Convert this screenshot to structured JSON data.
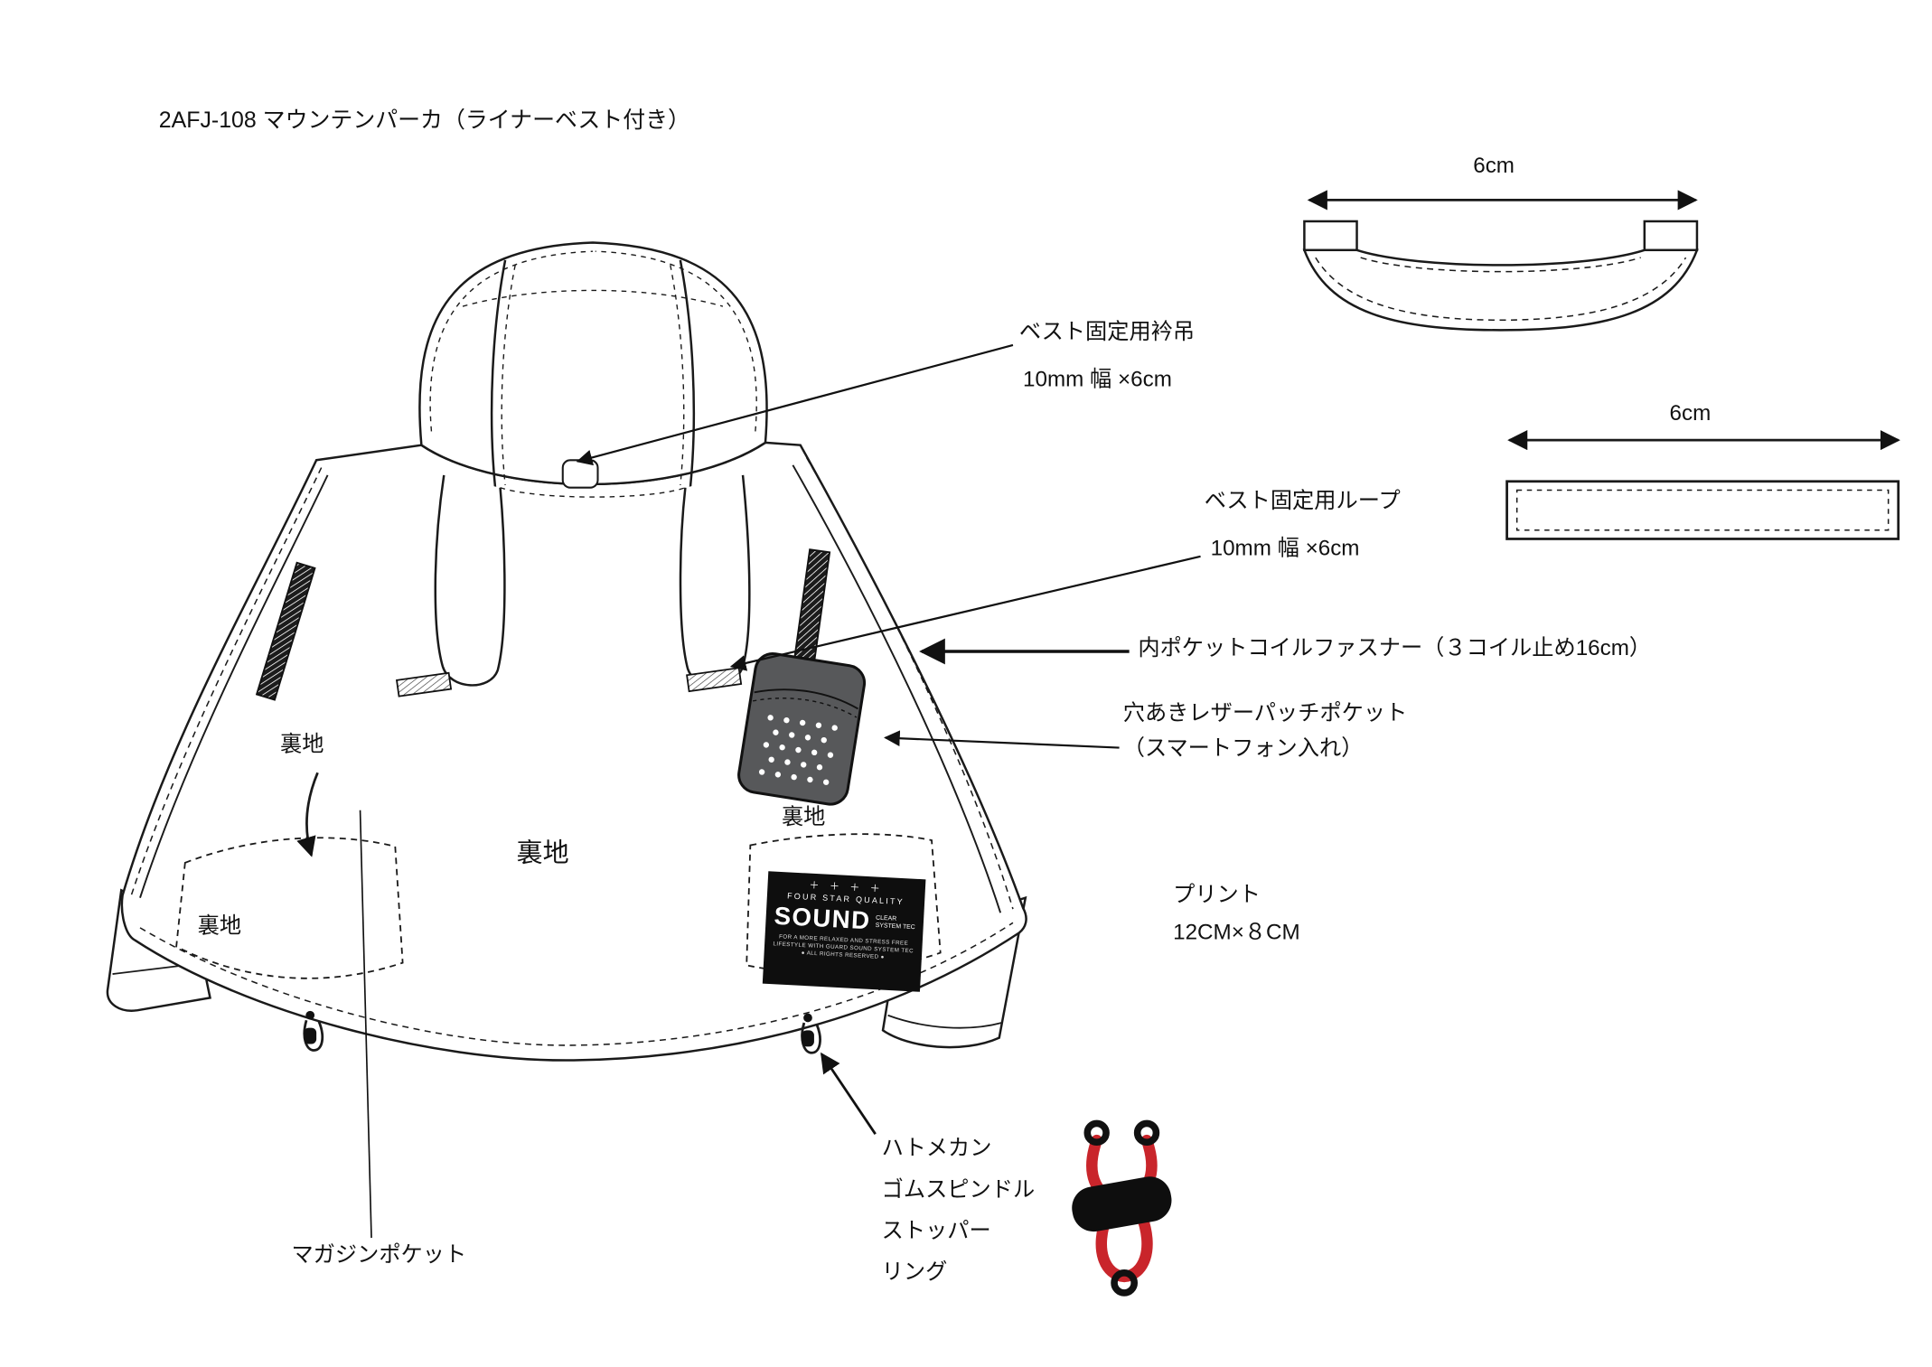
{
  "title": "2AFJ-108 マウンテンパーカ（ライナーベスト付き）",
  "colors": {
    "line": "#1a1a1a",
    "cord_red": "#c9252b",
    "pocket_gray": "#57585a",
    "label_bg": "#0e0e0e"
  },
  "details": {
    "collar_hanger_width_label": "6cm",
    "loop_width_label": "6cm"
  },
  "annotations": {
    "collar_hanger": {
      "line1": "ベスト固定用衿吊",
      "line2": "10mm 幅 ×6cm"
    },
    "vest_loop": {
      "line1": "ベスト固定用ループ",
      "line2": "10mm 幅 ×6cm"
    },
    "coil_zipper": "内ポケットコイルファスナー（３コイル止め16cm）",
    "leather_pocket": {
      "line1": "穴あきレザーパッチポケット",
      "line2": "（スマートフォン入れ）"
    },
    "print": {
      "line1": "プリント",
      "line2": "12CM×８CM"
    },
    "hem_parts": [
      "ハトメカン",
      "ゴムスピンドル",
      "ストッパー",
      "リング"
    ],
    "magazine_pocket": "マガジンポケット"
  },
  "jacket_labels": {
    "lining": "裏地"
  },
  "label_patch": {
    "stars": "＋ ＋ ＋ ＋",
    "quality": "FOUR STAR QUALITY",
    "brand": "SOUND",
    "side1": "CLEAR",
    "side2": "SYSTEM TEC",
    "small1": "FOR A MORE RELAXED AND STRESS FREE",
    "small2": "LIFESTYLE WITH GUARD SOUND SYSTEM TEC",
    "small3": "● ALL RIGHTS RESERVED ●"
  }
}
